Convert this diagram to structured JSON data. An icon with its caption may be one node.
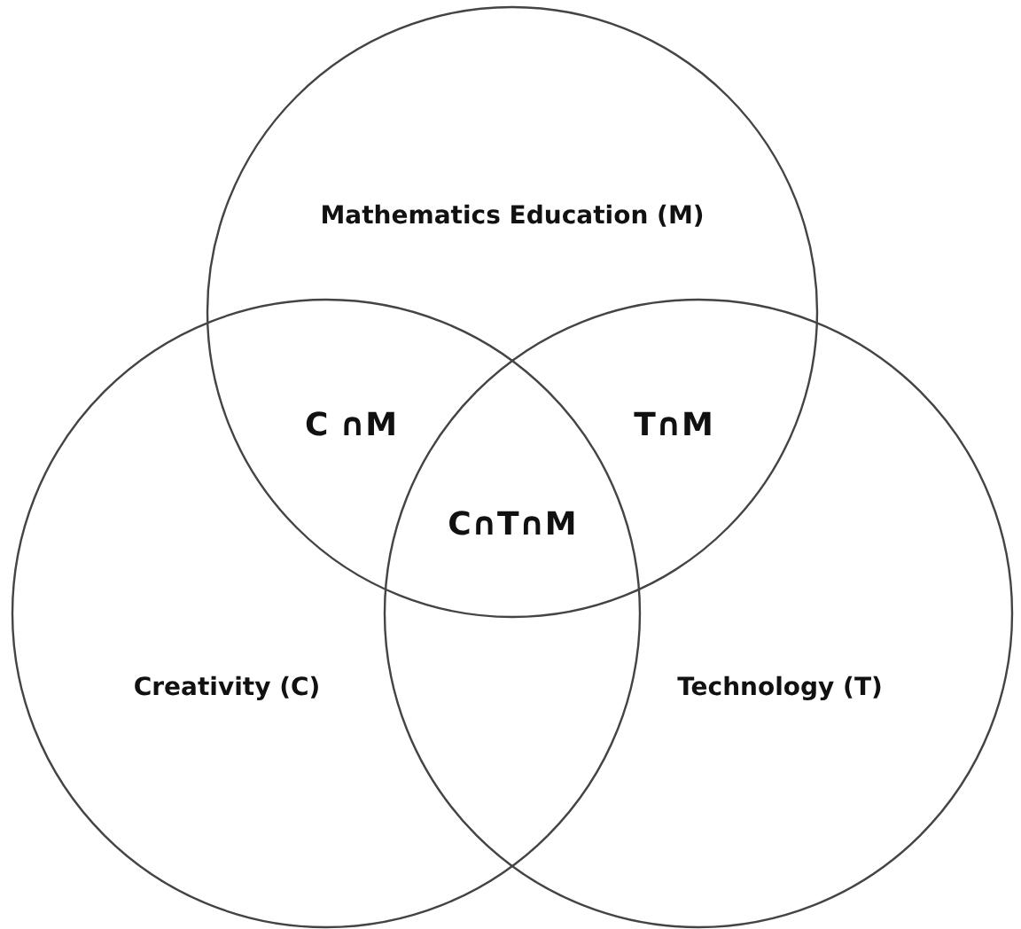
{
  "diagram": {
    "nodes": [
      {
        "text": [
          "Mathematics Education (M)"
        ]
      },
      {
        "text": [
          "Creativity (C)"
        ]
      },
      {
        "text": [
          "Technology (T)"
        ]
      }
    ],
    "labels": [
      "C ∩M",
      "T∩M",
      "C∩T∩M"
    ]
  }
}
